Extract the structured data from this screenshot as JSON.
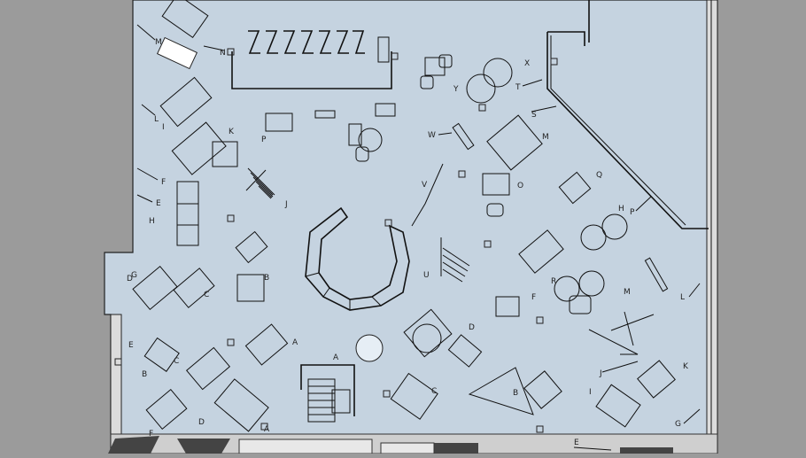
{
  "colors": {
    "background": "#9b9b9b",
    "floor": "#c5d3e0",
    "wall": "#d8d8d8",
    "line": "#111111"
  },
  "labels": {
    "M_top": "M",
    "N": "N",
    "L_left": "L",
    "I_left": "I",
    "K_left": "K",
    "P_left": "P",
    "F_left": "F",
    "E_left": "E",
    "H_left": "H",
    "J_left": "J",
    "G_left": "G",
    "C_left": "C",
    "D_left": "D",
    "B_left": "B",
    "E_lower": "E",
    "C_mid": "C",
    "B_lower": "B",
    "D_lower": "D",
    "F_bottom": "F",
    "A_mid": "A",
    "A_bottom": "A",
    "A_center": "A",
    "X": "X",
    "Y": "Y",
    "T": "T",
    "S": "S",
    "W": "W",
    "M_right": "M",
    "V": "V",
    "O": "O",
    "Q": "Q",
    "H_right": "H",
    "P_right": "P",
    "U": "U",
    "R": "R",
    "F_right": "F",
    "M_lower": "M",
    "L_right": "L",
    "D_center": "D",
    "C_lower": "C",
    "B_right": "B",
    "J_right": "J",
    "K_right": "K",
    "I_right": "I",
    "G_right": "G",
    "E_right": "E"
  }
}
